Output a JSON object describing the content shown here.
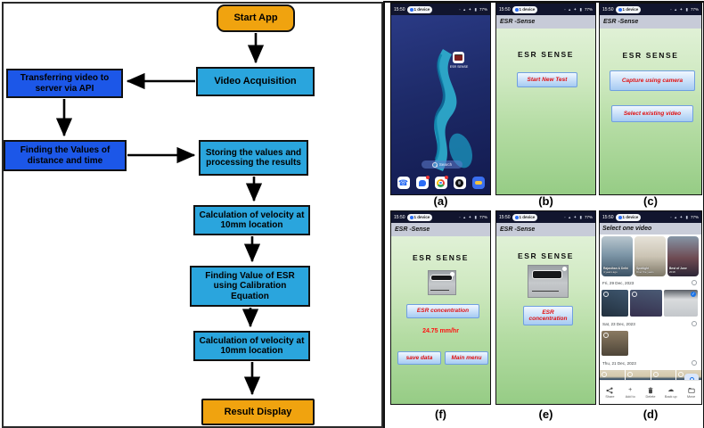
{
  "labels": {
    "a": "(a)",
    "b": "(b)",
    "c": "(c)",
    "d": "(d)",
    "e": "(e)",
    "f": "(f)"
  },
  "colors": {
    "terminal_orange": "#F0A30F",
    "process_light_blue": "#2AA5DD",
    "process_dark_blue": "#1C57E8",
    "button_text_red": "#E01010",
    "result_red": "#FF1212",
    "statusbar_navy": "#11152E",
    "appbar_silver": "#C7CBD8",
    "body_green": "#B4DCA3"
  },
  "flowchart": {
    "nodes": [
      {
        "label": "Start App",
        "type": "terminal"
      },
      {
        "label": "Video Acquisition",
        "type": "process-light"
      },
      {
        "label": "Transferring video to server via API",
        "type": "process-dark"
      },
      {
        "label": "Finding the Values of distance and time",
        "type": "process-dark"
      },
      {
        "label": "Storing the values and processing the results",
        "type": "process-light"
      },
      {
        "label": "Calculation of velocity at 10mm location",
        "type": "process-light"
      },
      {
        "label": "Finding Value of ESR using Calibration Equation",
        "type": "process-light"
      },
      {
        "label": "Calculation of velocity at 10mm location",
        "type": "process-light"
      },
      {
        "label": "Result Display",
        "type": "terminal"
      }
    ]
  },
  "statusbar": {
    "time": "15:50",
    "device": "1 device",
    "icons": "◦ ▴ ✦ ▮",
    "battery": "77%"
  },
  "app": {
    "appbar_title": "ESR -Sense",
    "title": "ESR  SENSE"
  },
  "screen_a": {
    "icon_label": "ESR SENSE",
    "search": "Search",
    "dock_icons": [
      "phone",
      "messages",
      "chrome",
      "camera",
      "photos"
    ]
  },
  "screen_b": {
    "button": "Start New Test"
  },
  "screen_c": {
    "button_camera": "Capture using camera",
    "button_select": "Select existing video"
  },
  "screen_d": {
    "header": "Select one video",
    "memories": [
      {
        "title": "Rajasthan & Delhi",
        "sub": "4 years ago"
      },
      {
        "title": "Spotlight",
        "sub": "Over the years"
      },
      {
        "title": "Best of June",
        "sub": "2018"
      }
    ],
    "dates": [
      "Fri, 29 Dec, 2023",
      "Sat, 23 Dec, 2023",
      "Thu, 21 Dec, 2023"
    ],
    "toolbar": [
      {
        "icon": "share",
        "label": "Share"
      },
      {
        "icon": "add",
        "label": "Add to"
      },
      {
        "icon": "delete",
        "label": "Delete"
      },
      {
        "icon": "backup",
        "label": "Back up"
      },
      {
        "icon": "move",
        "label": "Move"
      }
    ]
  },
  "screen_e": {
    "esr_button": "ESR concentration"
  },
  "screen_f": {
    "esr_button": "ESR concentration",
    "result": "24.75 mm/hr",
    "save": "save data",
    "menu": "Main menu"
  }
}
